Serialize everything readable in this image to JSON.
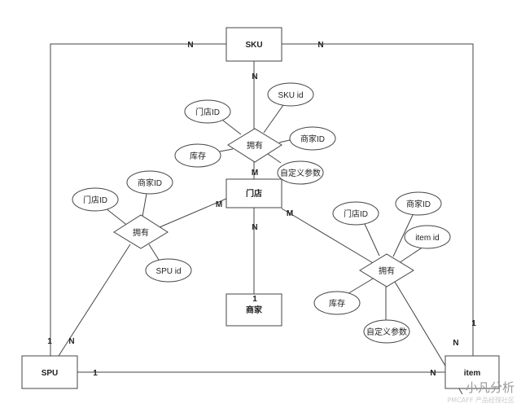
{
  "entities": {
    "sku": "SKU",
    "store": "门店",
    "merchant": "商家",
    "spu": "SPU",
    "item": "item"
  },
  "relations": {
    "top": "拥有",
    "left": "拥有",
    "right": "拥有"
  },
  "attributes": {
    "top": {
      "store_id": "门店ID",
      "sku_id": "SKU id",
      "merchant_id": "商家ID",
      "stock": "库存",
      "custom": "自定义参数"
    },
    "left": {
      "store_id": "门店ID",
      "merchant_id": "商家ID",
      "spu_id": "SPU id"
    },
    "right": {
      "store_id": "门店ID",
      "merchant_id": "商家ID",
      "item_id": "item id",
      "stock": "库存",
      "custom": "自定义参数"
    }
  },
  "cardinalities": {
    "sku_spu": "N",
    "sku_item": "N",
    "sku_rel": "N",
    "store_rel_top": "M",
    "store_rel_left": "M",
    "store_rel_right": "M",
    "store_merchant": "N",
    "merchant_store": "1",
    "spu_sku": "1",
    "spu_rel": "N",
    "spu_item": "1",
    "item_spu": "N",
    "item_rel": "N",
    "item_sku": "1"
  },
  "watermark": {
    "title": "小凡分析",
    "subtitle": "PMCAFF 产品经理社区"
  }
}
